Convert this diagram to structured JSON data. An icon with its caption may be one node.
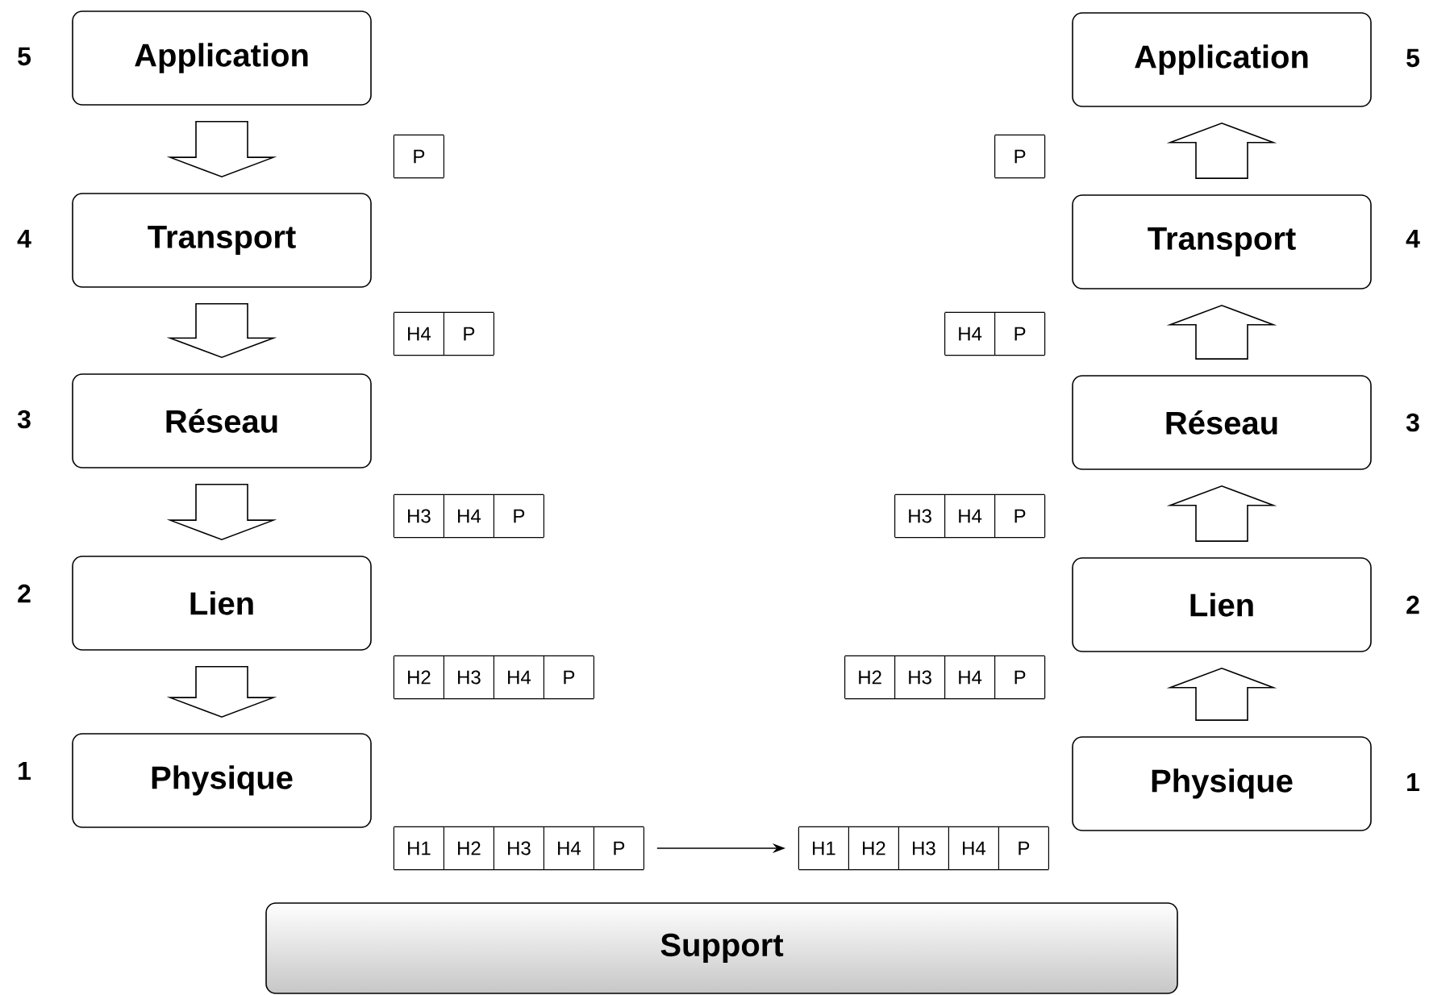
{
  "diagram": {
    "nodes": [
      {
        "text": [
          "Application"
        ]
      },
      {
        "text": [
          "Transport"
        ]
      },
      {
        "text": [
          "Réseau"
        ]
      },
      {
        "text": [
          "Lien"
        ]
      },
      {
        "text": [
          "Physique"
        ]
      },
      {
        "text": [
          "Application"
        ]
      },
      {
        "text": [
          "Transport"
        ]
      },
      {
        "text": [
          "Réseau"
        ]
      },
      {
        "text": [
          "Lien"
        ]
      },
      {
        "text": [
          "Physique"
        ]
      },
      {
        "text": [
          "Support"
        ]
      },
      {
        "text": [
          "P"
        ]
      },
      {
        "text": [
          "H4",
          "P"
        ]
      },
      {
        "text": [
          "H3",
          "H4",
          "P"
        ]
      },
      {
        "text": [
          "H2",
          "H3",
          "H4",
          "P"
        ]
      },
      {
        "text": [
          "H1",
          "H2",
          "H3",
          "H4",
          "P"
        ]
      },
      {
        "text": [
          "P"
        ]
      },
      {
        "text": [
          "H4",
          "P"
        ]
      },
      {
        "text": [
          "H3",
          "H4",
          "P"
        ]
      },
      {
        "text": [
          "H2",
          "H3",
          "H4",
          "P"
        ]
      },
      {
        "text": [
          "H1",
          "H2",
          "H3",
          "H4",
          "P"
        ]
      }
    ],
    "edges": [
      {
        "from": 0,
        "to": 1,
        "arrow": "to"
      },
      {
        "from": 1,
        "to": 2,
        "arrow": "to"
      },
      {
        "from": 2,
        "to": 3,
        "arrow": "to"
      },
      {
        "from": 3,
        "to": 4,
        "arrow": "to"
      },
      {
        "from": 15,
        "to": 20,
        "arrow": "to"
      },
      {
        "from": 9,
        "to": 8,
        "arrow": "to"
      },
      {
        "from": 8,
        "to": 7,
        "arrow": "to"
      },
      {
        "from": 7,
        "to": 6,
        "arrow": "to"
      },
      {
        "from": 6,
        "to": 5,
        "arrow": "to"
      }
    ],
    "labels": [
      "5",
      "5",
      "4",
      "4",
      "3",
      "3",
      "2",
      "2",
      "1",
      "1"
    ]
  }
}
